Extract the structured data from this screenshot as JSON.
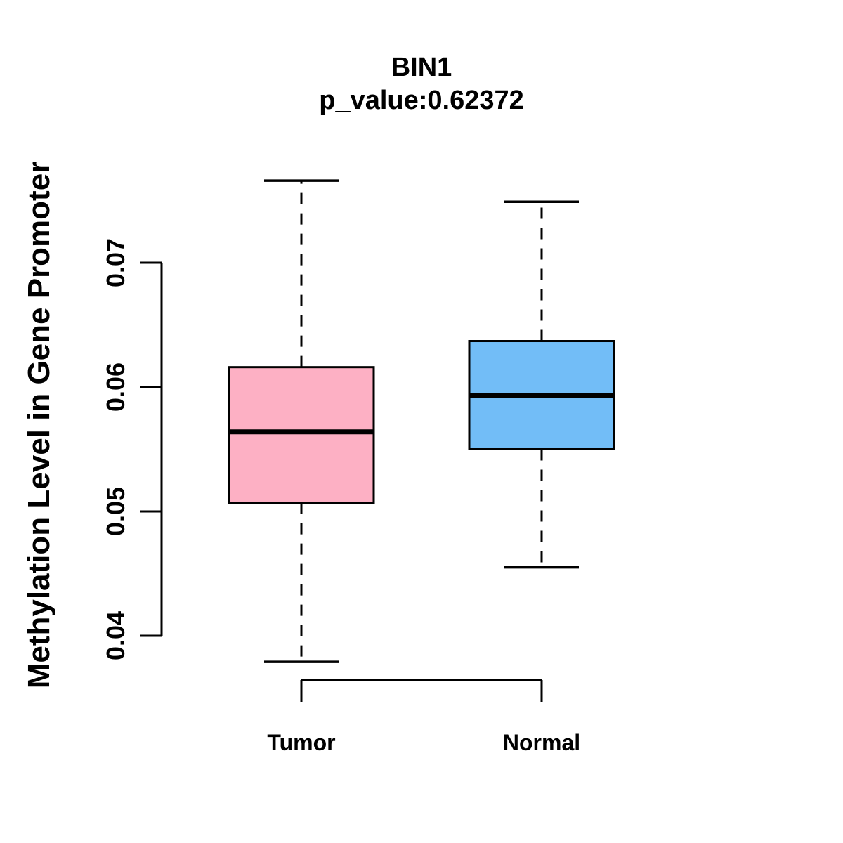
{
  "chart_data": {
    "type": "boxplot",
    "title": "BIN1",
    "subtitle": "p_value:0.62372",
    "ylabel": "Methylation Level in Gene Promoter",
    "xlabel": "",
    "categories": [
      "Tumor",
      "Normal"
    ],
    "series": [
      {
        "name": "Tumor",
        "fill_color": "#FDB0C4",
        "whisker_low": 0.0379,
        "q1": 0.0507,
        "median": 0.0564,
        "q3": 0.0616,
        "whisker_high": 0.0766
      },
      {
        "name": "Normal",
        "fill_color": "#72BDF7",
        "whisker_low": 0.0455,
        "q1": 0.055,
        "median": 0.0593,
        "q3": 0.0637,
        "whisker_high": 0.0749
      }
    ],
    "y_ticks": [
      "0.04",
      "0.05",
      "0.06",
      "0.07"
    ],
    "y_tick_values": [
      0.04,
      0.05,
      0.06,
      0.07
    ],
    "y_axis_range": [
      0.04,
      0.07
    ],
    "grid": false,
    "legend_position": "none",
    "line_color": "#000000",
    "background_color": "#FFFFFF"
  }
}
